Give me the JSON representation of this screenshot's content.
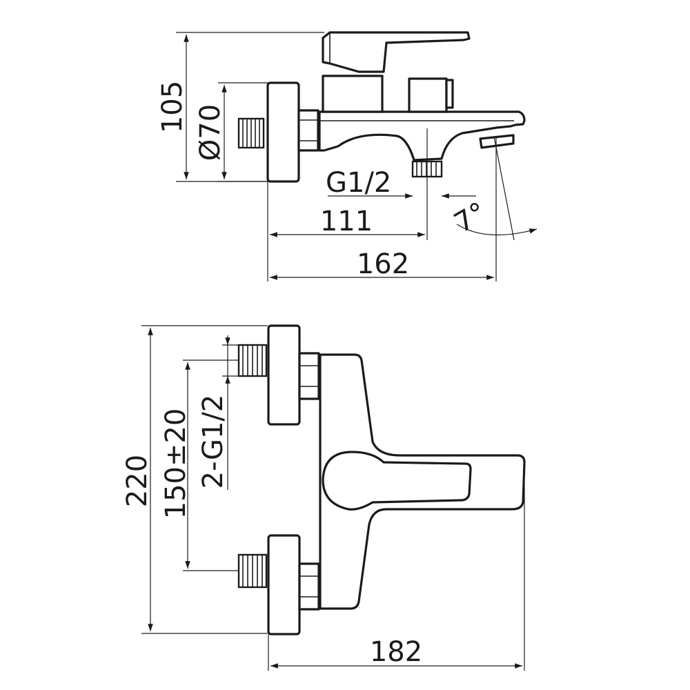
{
  "top_view": {
    "dim_height": "105",
    "dim_diameter": "Ø70",
    "dim_thread": "G1/2",
    "dim_angle": "7°",
    "dim_outlet_distance": "111",
    "dim_total_depth": "162"
  },
  "front_view": {
    "dim_total_height": "220",
    "dim_center_distance": "150±20",
    "dim_inlet_thread": "2-G1/2",
    "dim_total_width": "182"
  }
}
